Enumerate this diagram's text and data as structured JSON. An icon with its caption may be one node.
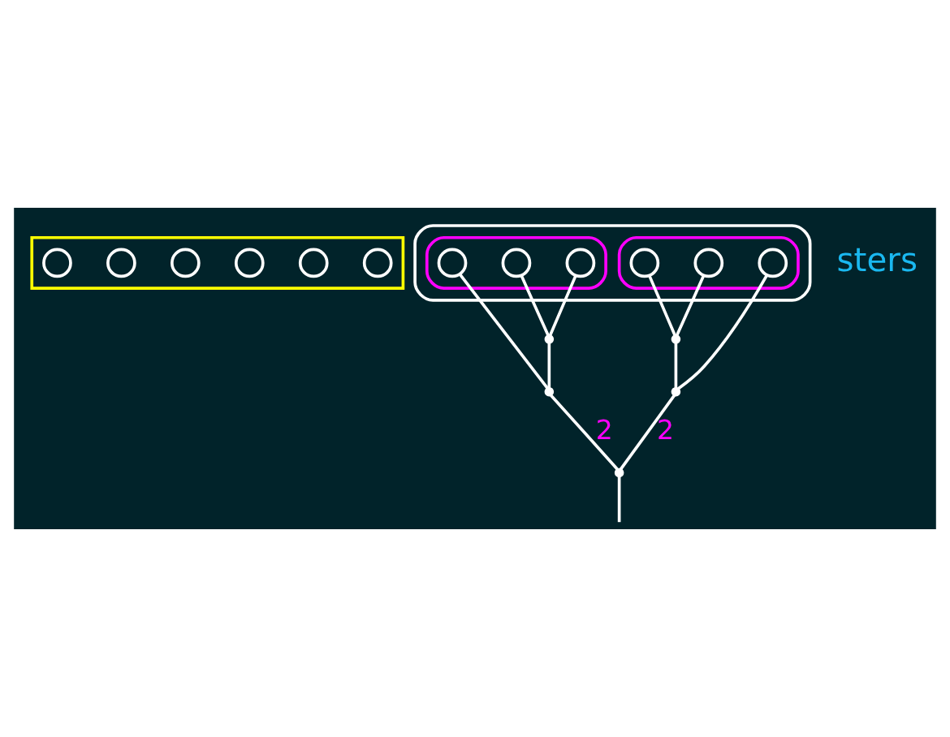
{
  "diagram": {
    "nodes": [
      {
        "text": [],
        "shape": "box"
      },
      {
        "text": [],
        "shape": "circle",
        "in": 0
      },
      {
        "text": [],
        "shape": "circle",
        "in": 0
      },
      {
        "text": [],
        "shape": "circle",
        "in": 0
      },
      {
        "text": [],
        "shape": "circle",
        "in": 0
      },
      {
        "text": [],
        "shape": "circle",
        "in": 0
      },
      {
        "text": [],
        "shape": "circle",
        "in": 0
      },
      {
        "text": [],
        "shape": "ellipse"
      },
      {
        "text": [],
        "shape": "ellipse",
        "in": 7
      },
      {
        "text": [],
        "shape": "circle",
        "in": 8
      },
      {
        "text": [],
        "shape": "circle",
        "in": 8
      },
      {
        "text": [],
        "shape": "circle",
        "in": 8
      },
      {
        "text": [],
        "shape": "ellipse",
        "in": 7
      },
      {
        "text": [],
        "shape": "circle",
        "in": 12
      },
      {
        "text": [],
        "shape": "circle",
        "in": 12
      },
      {
        "text": [],
        "shape": "circle",
        "in": 12
      },
      {
        "text": [],
        "shape": "point"
      },
      {
        "text": [],
        "shape": "point"
      },
      {
        "text": [],
        "shape": "point"
      },
      {
        "text": [],
        "shape": "point"
      },
      {
        "text": [],
        "shape": "point"
      }
    ],
    "edges": [
      {
        "from": 10,
        "to": 16,
        "arrow": "none"
      },
      {
        "from": 11,
        "to": 16,
        "arrow": "none"
      },
      {
        "from": 9,
        "to": 17,
        "arrow": "none"
      },
      {
        "from": 16,
        "to": 17,
        "arrow": "none"
      },
      {
        "from": 13,
        "to": 18,
        "arrow": "none"
      },
      {
        "from": 14,
        "to": 18,
        "arrow": "none"
      },
      {
        "from": 18,
        "to": 19,
        "arrow": "none"
      },
      {
        "from": 15,
        "to": 19,
        "arrow": "none"
      },
      {
        "from": 17,
        "to": 20,
        "label": "2",
        "arrow": "none"
      },
      {
        "from": 19,
        "to": 20,
        "label": "2",
        "arrow": "none"
      },
      {
        "from": 20,
        "to": null,
        "arrow": "none"
      }
    ],
    "labels": [
      "sters"
    ]
  }
}
